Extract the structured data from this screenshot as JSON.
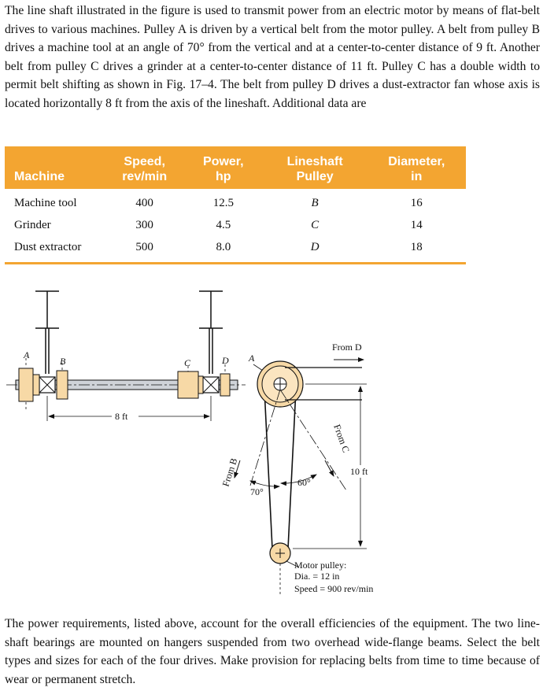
{
  "intro_paragraph": "The line shaft illustrated in the figure is used to transmit power from an electric motor by means of flat-belt drives to various machines. Pulley A is driven by a vertical belt from the motor pulley. A belt from pulley B drives a machine tool at an angle of 70° from the vertical and at a center-to-center distance of 9 ft. Another belt from pulley C drives a grinder at a center-to-center distance of 11 ft. Pulley C has a double width to permit belt shifting as shown in Fig. 17–4. The belt from pulley D drives a dust-extractor fan whose axis is located horizontally 8 ft from the axis of the lineshaft. Additional data are",
  "table": {
    "headers": [
      [
        "Machine"
      ],
      [
        "Speed,",
        "rev/min"
      ],
      [
        "Power,",
        "hp"
      ],
      [
        "Lineshaft",
        "Pulley"
      ],
      [
        "Diameter,",
        "in"
      ]
    ],
    "rows": [
      [
        "Machine tool",
        "400",
        "12.5",
        "B",
        "16"
      ],
      [
        "Grinder",
        "300",
        "4.5",
        "C",
        "14"
      ],
      [
        "Dust extractor",
        "500",
        "8.0",
        "D",
        "18"
      ]
    ],
    "accent_color": "#f3a531"
  },
  "figure": {
    "labels": {
      "pulley_a": "A",
      "pulley_b": "B",
      "pulley_c": "C",
      "pulley_d": "D",
      "pulley_a_side": "A",
      "span": "8 ft",
      "from_d": "From D",
      "from_c": "From C",
      "from_b": "From B",
      "angle_70": "70°",
      "angle_60": "60°",
      "height": "10 ft",
      "motor_line1": "Motor pulley:",
      "motor_line2": "Dia. = 12 in",
      "motor_line3": "Speed = 900 rev/min"
    }
  },
  "closing_paragraph": "The power requirements, listed above, account for the overall efficiencies of the equipment. The two line-shaft bearings are mounted on hangers suspended from two overhead wide-flange beams. Select the belt types and sizes for each of the four drives. Make provision for replacing belts from time to time because of wear or permanent stretch."
}
